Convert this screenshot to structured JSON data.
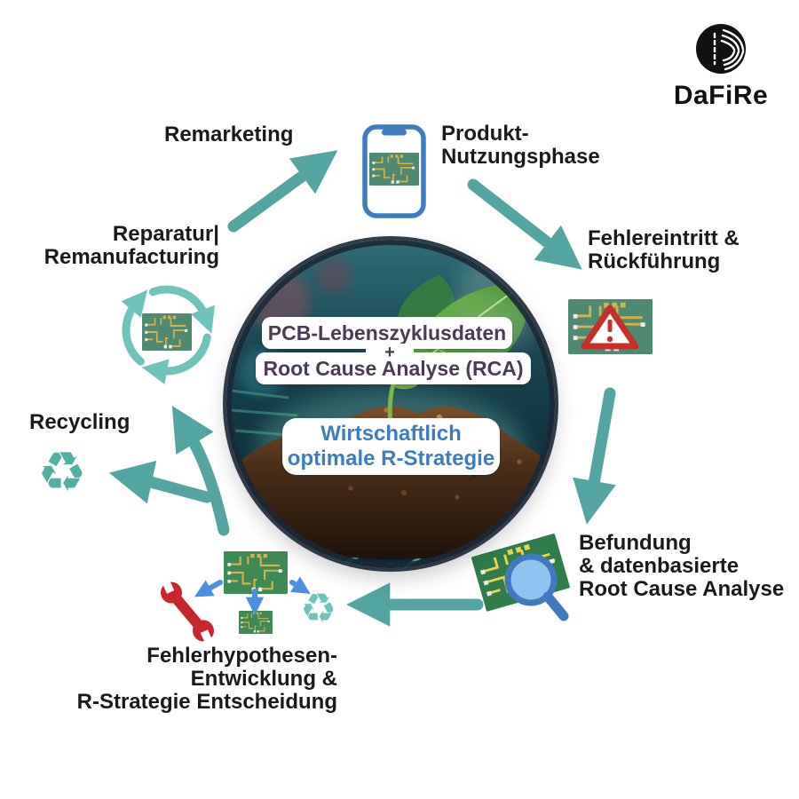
{
  "page": {
    "background": "#ffffff"
  },
  "logo": {
    "text": "DaFiRe"
  },
  "cycle_labels": {
    "remarketing": "Remarketing",
    "produkt_nutzungsphase": "Produkt-\nNutzungsphase",
    "fehlereintritt": "Fehlereintritt &\nRückführung",
    "befundung": "Befundung\n& datenbasierte\nRoot Cause Analyse",
    "fehlerhypothesen": "Fehlerhypothesen-\nEntwicklung &\nR-Strategie Entscheidung",
    "recycling": "Recycling",
    "reparatur": "Reparatur|\nRemanufacturing"
  },
  "center": {
    "data_line": "PCB-Lebenszyklusdaten",
    "plus": "+",
    "rca_line": "Root Cause Analyse (RCA)",
    "strategy": "Wirtschaftlich\noptimale R-Strategie"
  },
  "icons": {
    "recycling_glyph": "♻",
    "recycling_small_glyph": "♻"
  },
  "colors": {
    "arrow_teal": "#53A5A1",
    "icon_teal": "#6EC3BA",
    "recycle_teal": "#4FB0A3",
    "blue_arrow": "#4A8FE0",
    "phone_blue": "#3E7DC0",
    "wrench_red": "#C9252C",
    "warning_red": "#C62F2A",
    "pcb_board_teal": "#4E8A72",
    "pcb_board_green": "#3E8A55",
    "pcb_board_dark_green": "#2E7D4B",
    "pcb_trace_gold": "#D2B24A",
    "center_text_purple": "#4D3A55",
    "center_text_blue": "#3C7CC0",
    "label_black": "#1A1A1A",
    "logo_black": "#111111"
  }
}
